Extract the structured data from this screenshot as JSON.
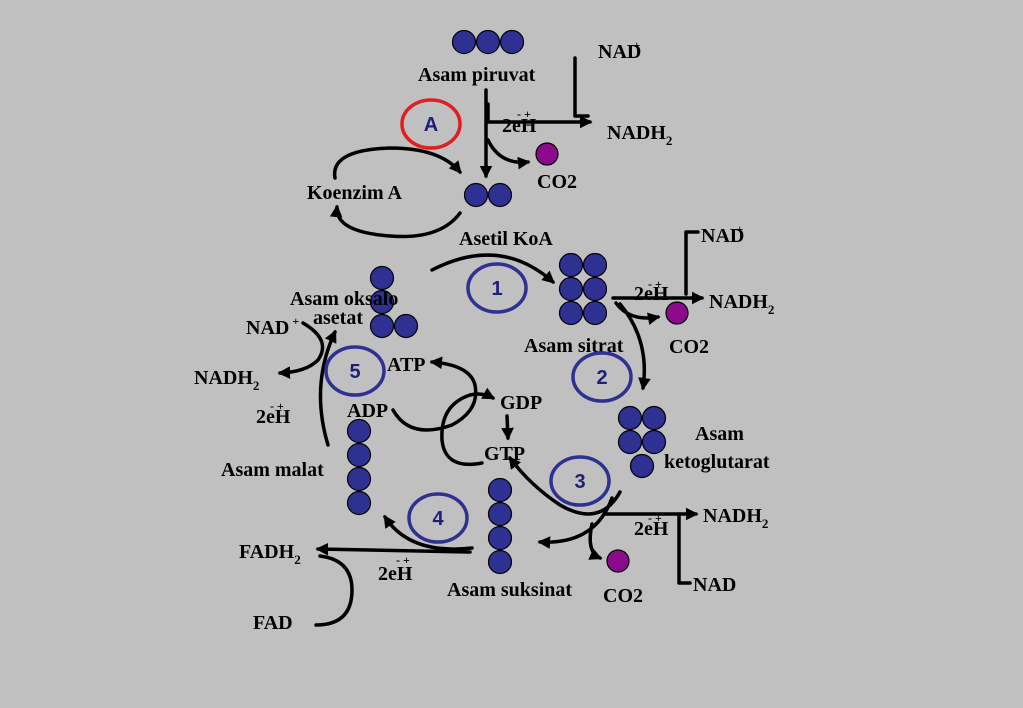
{
  "colors": {
    "background": "#c0c0c0",
    "molecule": "#2e3192",
    "co2_molecule": "#8b0a8b",
    "step_ring": "#2e3192",
    "step_ring_highlight": "#e02020",
    "step_text": "#1f1f7a"
  },
  "labels": {
    "pyruvate": "Asam piruvat",
    "nad_top": "NAD",
    "nad_top_charge": "+",
    "electrons_top": "2eH",
    "electrons_top_sup": "- +",
    "nadh2_top": "NADH",
    "nadh2_top_sub": "2",
    "co2_top": "CO2",
    "coenzyme_a": "Koenzim A",
    "acetyl_coa": "Asetil KoA",
    "oxaloacetate_line1": "Asam oksalo",
    "oxaloacetate_line2": "asetat",
    "citrate": "Asam sitrat",
    "nad_right": "NAD",
    "nad_right_charge": "+",
    "electrons_right": "2eH",
    "electrons_right_sup": "- +",
    "nadh2_right": "NADH",
    "nadh2_right_sub": "2",
    "co2_right": "CO2",
    "ketoglutarate_line1": "Asam",
    "ketoglutarate_line2": "ketoglutarat",
    "nadh2_lower": "NADH",
    "nadh2_lower_sub": "2",
    "electrons_lower": "2eH",
    "electrons_lower_sup": "- +",
    "nad_lower": "NAD",
    "co2_lower": "CO2",
    "succinate": "Asam suksinat",
    "fadh2": "FADH",
    "fadh2_sub": "2",
    "electrons_fad": "2eH",
    "electrons_fad_sup": "- +",
    "fad": "FAD",
    "malate": "Asam malat",
    "nad_left": "NAD",
    "nad_left_charge": "+",
    "nadh2_left": "NADH",
    "nadh2_left_sub": "2",
    "electrons_left": "2eH",
    "electrons_left_sup": "- +",
    "atp": "ATP",
    "adp": "ADP",
    "gdp": "GDP",
    "gtp": "GTP"
  },
  "steps": [
    {
      "id": "A",
      "label": "A",
      "highlight": true
    },
    {
      "id": "1",
      "label": "1",
      "highlight": false
    },
    {
      "id": "2",
      "label": "2",
      "highlight": false
    },
    {
      "id": "3",
      "label": "3",
      "highlight": false
    },
    {
      "id": "4",
      "label": "4",
      "highlight": false
    },
    {
      "id": "5",
      "label": "5",
      "highlight": false
    }
  ],
  "molecules": {
    "pyruvate_carbons": 3,
    "acetyl_carbons": 2,
    "oxaloacetate_carbons": 4,
    "citrate_carbons": 6,
    "ketoglutarate_carbons": 5,
    "succinate_carbons": 4,
    "malate_carbons": 4
  }
}
